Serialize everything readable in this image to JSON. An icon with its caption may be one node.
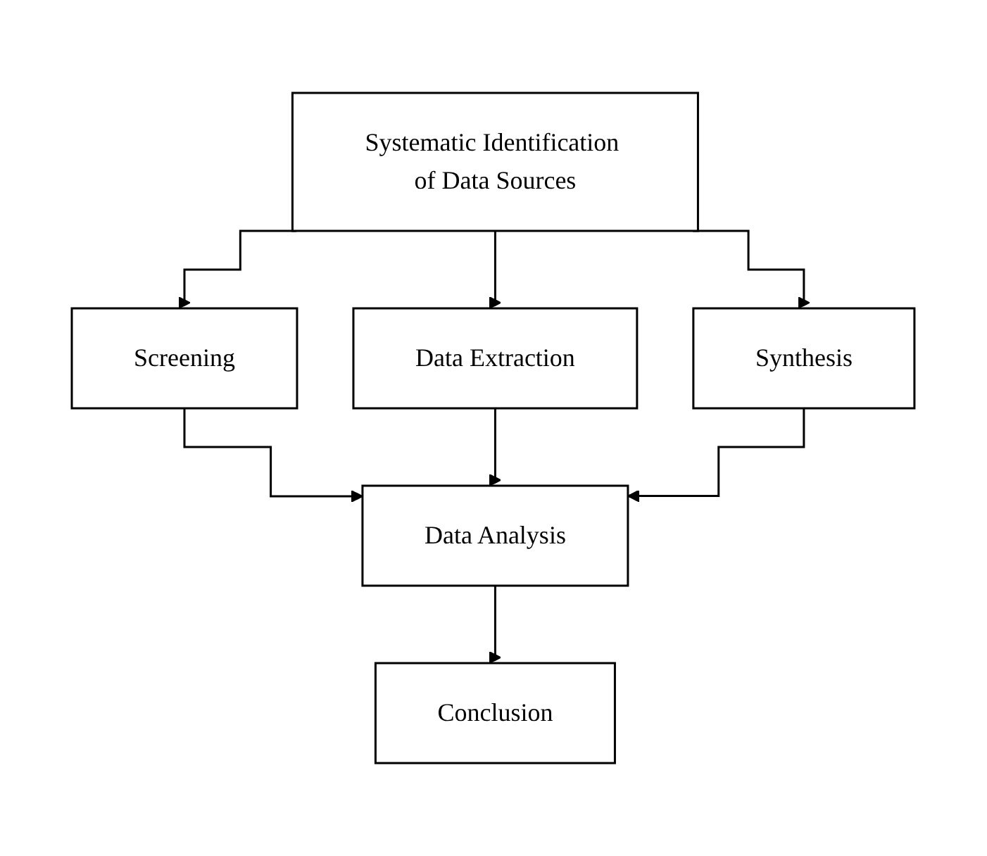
{
  "diagram": {
    "nodes": [
      {
        "text": [
          "Systematic Identification of Data Sources"
        ]
      },
      {
        "text": [
          "Screening"
        ]
      },
      {
        "text": [
          "Data Extraction"
        ]
      },
      {
        "text": [
          "Synthesis"
        ]
      },
      {
        "text": [
          "Data Analysis"
        ]
      },
      {
        "text": [
          "Conclusion"
        ]
      }
    ],
    "edges": [
      {
        "from": 0,
        "to": 1,
        "arrow": "to"
      },
      {
        "from": 0,
        "to": 2,
        "arrow": "to"
      },
      {
        "from": 0,
        "to": 3,
        "arrow": "to"
      },
      {
        "from": 1,
        "to": 4,
        "arrow": "to"
      },
      {
        "from": 2,
        "to": 4,
        "arrow": "to"
      },
      {
        "from": 3,
        "to": 4,
        "arrow": "to"
      },
      {
        "from": 4,
        "to": 5,
        "arrow": "to"
      }
    ]
  }
}
